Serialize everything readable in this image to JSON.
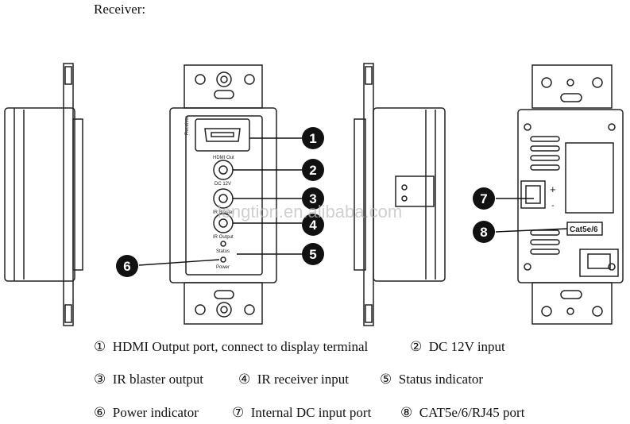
{
  "title": "Receiver:",
  "device_labels": {
    "side_text": "Receiver",
    "hdmi_out": "HDMI Out",
    "dc12v": "DC 12V",
    "ir_blaster": "IR Blaster",
    "ir_input": "IR Output",
    "status": "Status",
    "power": "Power",
    "plus": "+",
    "minus": "-",
    "cat_label": "Cat5e/6"
  },
  "watermark": "lengtion.en.alibaba.com",
  "callouts": [
    "1",
    "2",
    "3",
    "4",
    "5",
    "6",
    "7",
    "8"
  ],
  "legend": [
    {
      "mark": "①",
      "text": "HDMI Output port, connect to display terminal"
    },
    {
      "mark": "②",
      "text": "DC 12V input"
    },
    {
      "mark": "③",
      "text": "IR blaster output"
    },
    {
      "mark": "④",
      "text": "IR receiver input"
    },
    {
      "mark": "⑤",
      "text": "Status indicator"
    },
    {
      "mark": "⑥",
      "text": "Power indicator"
    },
    {
      "mark": "⑦",
      "text": "Internal DC input port"
    },
    {
      "mark": "⑧",
      "text": "CAT5e/6/RJ45 port"
    }
  ]
}
